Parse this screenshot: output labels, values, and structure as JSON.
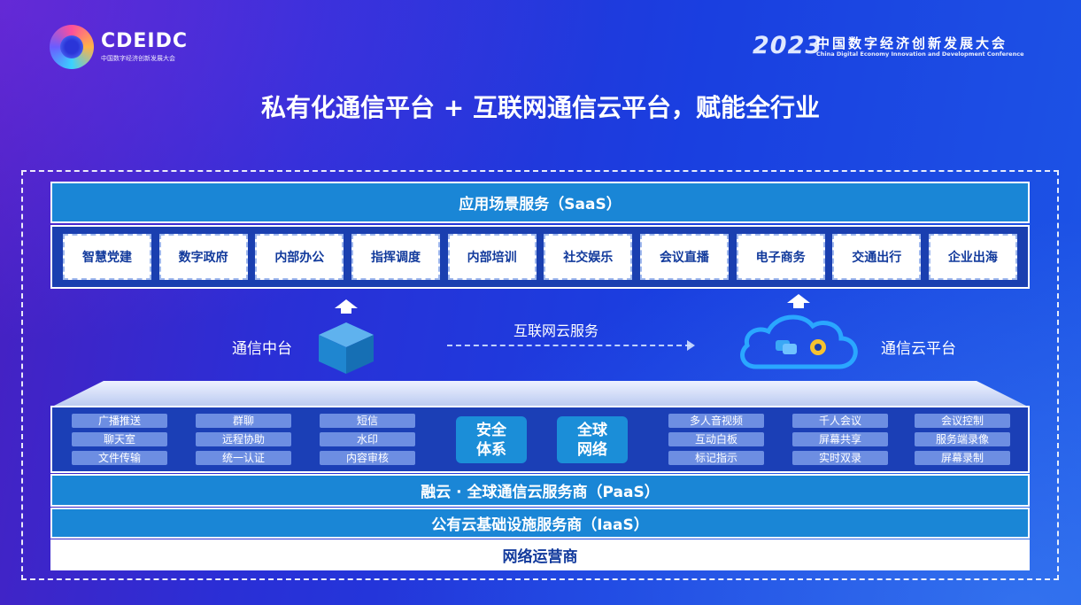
{
  "header": {
    "brand": "CDEIDC",
    "brand_sub": "中国数字经济创新发展大会",
    "conf_year": "2023",
    "conf_name_cn": "中国数字经济创新发展大会",
    "conf_name_en": "China Digital Economy Innovation and Development Conference"
  },
  "title": "私有化通信平台 + 互联网通信云平台，赋能全行业",
  "saas": {
    "label": "应用场景服务（SaaS）",
    "items": [
      "智慧党建",
      "数字政府",
      "内部办公",
      "指挥调度",
      "内部培训",
      "社交娱乐",
      "会议直播",
      "电子商务",
      "交通出行",
      "企业出海"
    ]
  },
  "middle": {
    "left_label": "通信中台",
    "center_label": "互联网云服务",
    "right_label": "通信云平台"
  },
  "paas_services": {
    "col1": [
      "广播推送",
      "聊天室",
      "文件传输"
    ],
    "col2": [
      "群聊",
      "远程协助",
      "统一认证"
    ],
    "col3": [
      "短信",
      "水印",
      "内容审核"
    ],
    "security": "安全\n体系",
    "global_network": "全球\n网络",
    "col4": [
      "多人音视频",
      "互动白板",
      "标记指示"
    ],
    "col5": [
      "千人会议",
      "屏幕共享",
      "实时双录"
    ],
    "col6": [
      "会议控制",
      "服务端录像",
      "屏幕录制"
    ]
  },
  "layers": {
    "paas": "融云 · 全球通信云服务商（PaaS）",
    "iaas": "公有云基础设施服务商（IaaS）",
    "network": "网络运营商"
  },
  "colors": {
    "saas_bar": "#1a86d6",
    "platform_body": "#1b3fb6",
    "service_chip": "#6d8ee2",
    "accent_text": "#123a9c"
  }
}
